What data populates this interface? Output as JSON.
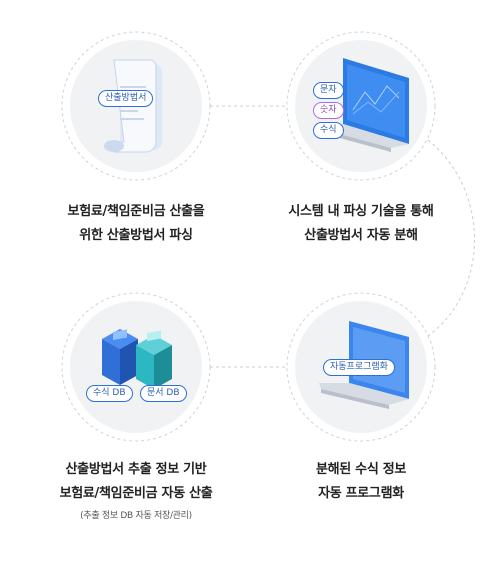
{
  "steps": [
    {
      "badge": "산출방법서",
      "caption_line1": "보험료/책임준비금 산출을",
      "caption_line2": "위한 산출방법서 파싱",
      "icon": "document-scroll-icon"
    },
    {
      "badges": [
        "문자",
        "숫자",
        "수식"
      ],
      "caption_line1": "시스템 내 파싱 기술을 통해",
      "caption_line2": "산출방법서 자동 분해",
      "icon": "laptop-chart-icon"
    },
    {
      "badge": "자동프로그램화",
      "caption_line1": "분해된 수식 정보",
      "caption_line2": "자동 프로그램화",
      "icon": "laptop-icon"
    },
    {
      "badges": [
        "수식 DB",
        "문서 DB"
      ],
      "caption_line1": "산출방법서 추출 정보 기반",
      "caption_line2": "보험료/책임준비금 자동 산출",
      "caption_note": "(추출 정보 DB 자동 저장/관리)",
      "icon": "database-servers-icon"
    }
  ],
  "colors": {
    "accent_blue": "#2f6fd6",
    "accent_purple": "#b66bd9",
    "circle_fill": "#f1f2f4",
    "dashed_line": "#c9ccd1"
  }
}
